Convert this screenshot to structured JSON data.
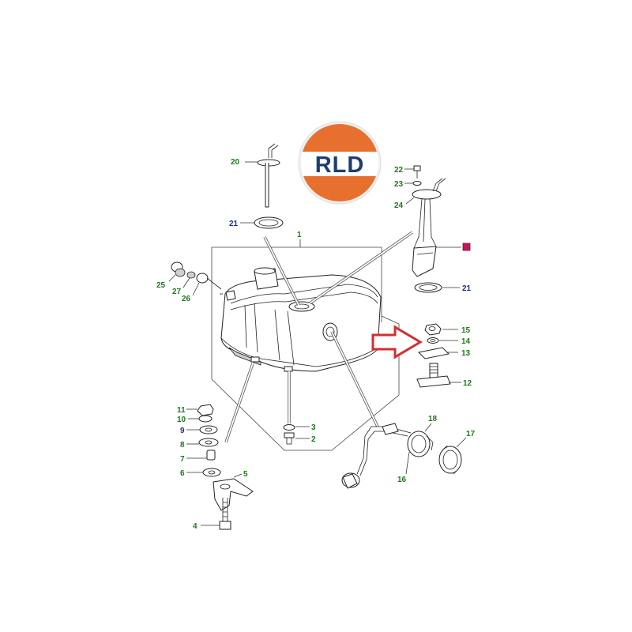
{
  "logo": {
    "text": "RLD",
    "colors": {
      "top": "#e8702f",
      "band": "#ffffff",
      "bottom": "#e8702f",
      "text": "#1d3e6e"
    }
  },
  "callouts": {
    "c1": "1",
    "c2": "2",
    "c3": "3",
    "c4": "4",
    "c5": "5",
    "c6": "6",
    "c7": "7",
    "c8": "8",
    "c9": "9",
    "c10": "10",
    "c11": "11",
    "c12": "12",
    "c13": "13",
    "c14": "14",
    "c15": "15",
    "c16": "16",
    "c17": "17",
    "c18": "18",
    "c20": "20",
    "c21a": "21",
    "c21b": "21",
    "c22": "22",
    "c23": "23",
    "c24": "24",
    "c25": "25",
    "c26": "26",
    "c27": "27"
  },
  "callout_colors": {
    "default": "#1a7a1a",
    "alt": "#1a2a9a",
    "highlight_marker": "#c2185b"
  },
  "highlight_arrow": {
    "color": "#d32f2f",
    "target": "14"
  }
}
